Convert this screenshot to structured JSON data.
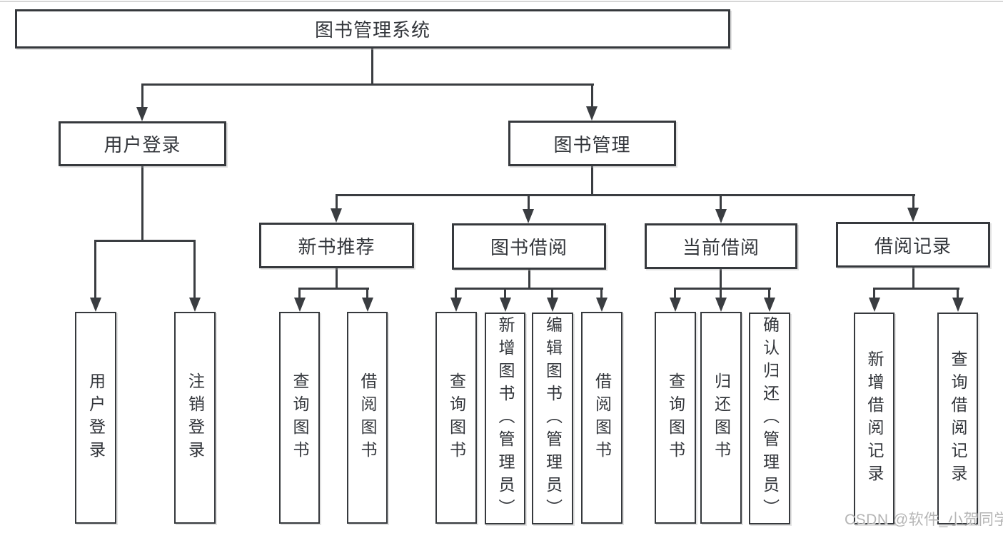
{
  "diagram": {
    "root": {
      "label": "图书管理系统"
    },
    "branches": [
      {
        "label": "用户登录",
        "leaves": [
          {
            "label": "用户登录"
          },
          {
            "label": "注销登录"
          }
        ]
      },
      {
        "label": "图书管理",
        "groups": [
          {
            "label": "新书推荐",
            "leaves": [
              {
                "label": "查询图书"
              },
              {
                "label": "借阅图书"
              }
            ]
          },
          {
            "label": "图书借阅",
            "leaves": [
              {
                "label": "查询图书"
              },
              {
                "label": "新增图书（管理员）"
              },
              {
                "label": "编辑图书（管理员）"
              },
              {
                "label": "借阅图书"
              }
            ]
          },
          {
            "label": "当前借阅",
            "leaves": [
              {
                "label": "查询图书"
              },
              {
                "label": "归还图书"
              },
              {
                "label": "确认归还（管理员）"
              }
            ]
          },
          {
            "label": "借阅记录",
            "leaves": [
              {
                "label": "新增借阅记录"
              },
              {
                "label": "查询借阅记录"
              }
            ]
          }
        ]
      }
    ]
  },
  "watermark": {
    "text": "CSDN @软件_小贺同学"
  },
  "colors": {
    "line": "#3a3d41",
    "border": "#36393d",
    "text": "#33363b",
    "watermark": "#b5b5b5",
    "background": "#ffffff"
  }
}
